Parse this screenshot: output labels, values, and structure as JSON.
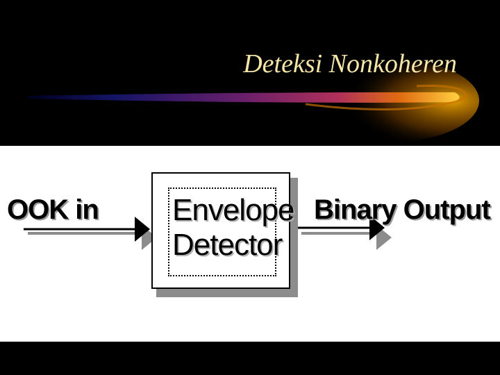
{
  "title": "Deteksi Nonkoheren",
  "diagram": {
    "input_label": "OOK in",
    "block_line1": "Envelope",
    "block_line2": "Detector",
    "output_label": "Binary Output"
  },
  "colors": {
    "title": "#f5e6a8",
    "swoosh_dark": "#1a1a6e",
    "swoosh_mid": "#b0305a",
    "swoosh_bright": "#ffb000"
  }
}
